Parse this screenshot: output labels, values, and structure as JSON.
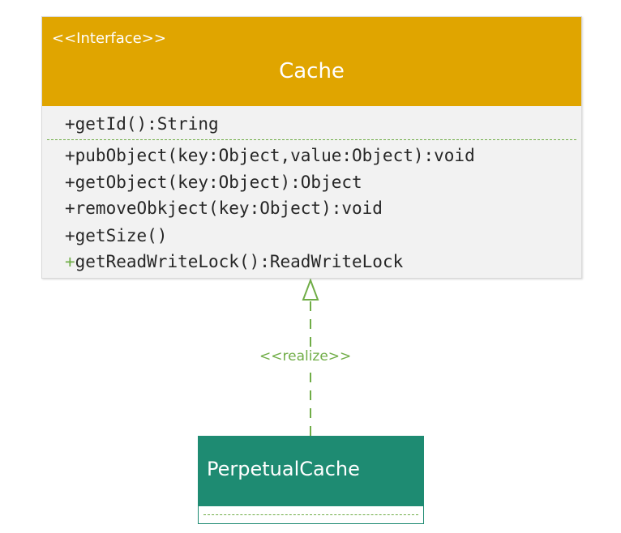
{
  "interface_class": {
    "stereotype": "<<Interface>>",
    "name": "Cache",
    "attribute_section": [
      "+getId():String"
    ],
    "method_section": [
      "+pubObject(key:Object,value:Object):void",
      "+getObject(key:Object):Object",
      "+removeObkject(key:Object):void",
      "+getSize()",
      "getReadWriteLock():ReadWriteLock"
    ],
    "last_method_prefix": "+",
    "header_color": "#e0a500",
    "body_color": "#f2f2f2"
  },
  "relationship": {
    "label": "<<realize>>",
    "type": "realization",
    "line_color": "#70ad47"
  },
  "implementation_class": {
    "name": "PerpetualCache",
    "header_color": "#1e8b72"
  }
}
